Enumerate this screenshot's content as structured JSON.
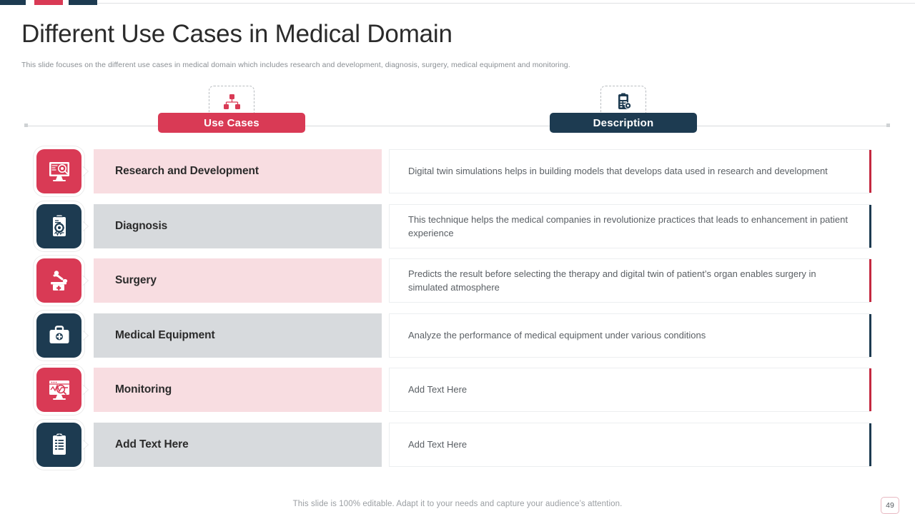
{
  "topbar": {
    "segments": [
      "navy",
      "red",
      "navy"
    ],
    "colors": {
      "navy": "#1d3b51",
      "red": "#d93a55",
      "line": "#dfe1e3"
    }
  },
  "header": {
    "title": "Different Use Cases in Medical Domain",
    "subtitle": "This slide focuses on the different use cases in medical domain which includes research and development, diagnosis, surgery, medical equipment and monitoring."
  },
  "columns": [
    {
      "label": "Use Cases",
      "icon": "hierarchy-icon",
      "accent": "#d93a55"
    },
    {
      "label": "Description",
      "icon": "clipboard-settings-icon",
      "accent": "#1d3b51"
    }
  ],
  "rows": [
    {
      "use_case": "Research and Development",
      "description": "Digital twin simulations helps in building models that develops data used in research and development",
      "icon": "monitor-research-icon",
      "theme": "red",
      "label_bg": "#f8dde1",
      "accent": "#c4283f"
    },
    {
      "use_case": "Diagnosis",
      "description": "This technique helps the medical companies in revolutionize practices that leads to enhancement in patient experience",
      "icon": "clipboard-diagnosis-icon",
      "theme": "navy",
      "label_bg": "#d7dadd",
      "accent": "#1d3b51"
    },
    {
      "use_case": "Surgery",
      "description": "Predicts the result before selecting the therapy and digital twin of patient’s organ enables surgery in simulated atmosphere",
      "icon": "surgery-table-icon",
      "theme": "red",
      "label_bg": "#f8dde1",
      "accent": "#c4283f"
    },
    {
      "use_case": "Medical Equipment",
      "description": "Analyze the performance of medical equipment under various conditions",
      "icon": "medical-bag-icon",
      "theme": "navy",
      "label_bg": "#d7dadd",
      "accent": "#1d3b51"
    },
    {
      "use_case": "Monitoring",
      "description": "Add Text Here",
      "icon": "monitoring-window-icon",
      "theme": "red",
      "label_bg": "#f8dde1",
      "accent": "#c4283f"
    },
    {
      "use_case": "Add Text Here",
      "description": "Add Text Here",
      "icon": "clipboard-lines-icon",
      "theme": "navy",
      "label_bg": "#d7dadd",
      "accent": "#1d3b51"
    }
  ],
  "footer": {
    "note": "This slide is 100% editable. Adapt it to your needs and capture your audience’s attention.",
    "page_number": "49"
  }
}
